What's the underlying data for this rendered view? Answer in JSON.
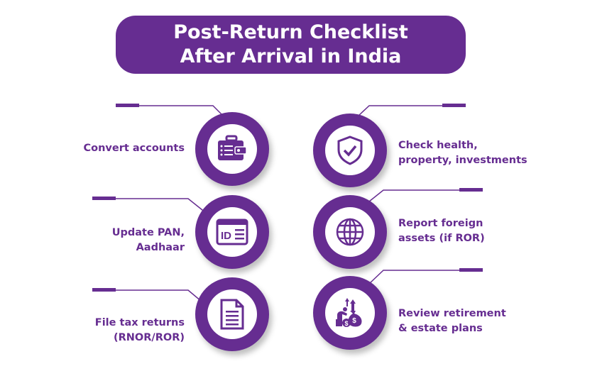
{
  "title": {
    "line1": "Post-Return Checklist",
    "line2": "After Arrival in India"
  },
  "accent": "#662d91",
  "items": [
    {
      "icon": "wallet-icon",
      "lines": [
        "Convert accounts"
      ]
    },
    {
      "icon": "id-card-icon",
      "lines": [
        "Update PAN,",
        "Aadhaar"
      ]
    },
    {
      "icon": "document-icon",
      "lines": [
        "File tax returns",
        "(RNOR/ROR)"
      ]
    },
    {
      "icon": "shield-check-icon",
      "lines": [
        "Check health,",
        "property, investments"
      ]
    },
    {
      "icon": "globe-icon",
      "lines": [
        "Report foreign",
        "assets (if ROR)"
      ]
    },
    {
      "icon": "retirement-money-icon",
      "lines": [
        "Review retirement",
        "& estate plans"
      ]
    }
  ]
}
